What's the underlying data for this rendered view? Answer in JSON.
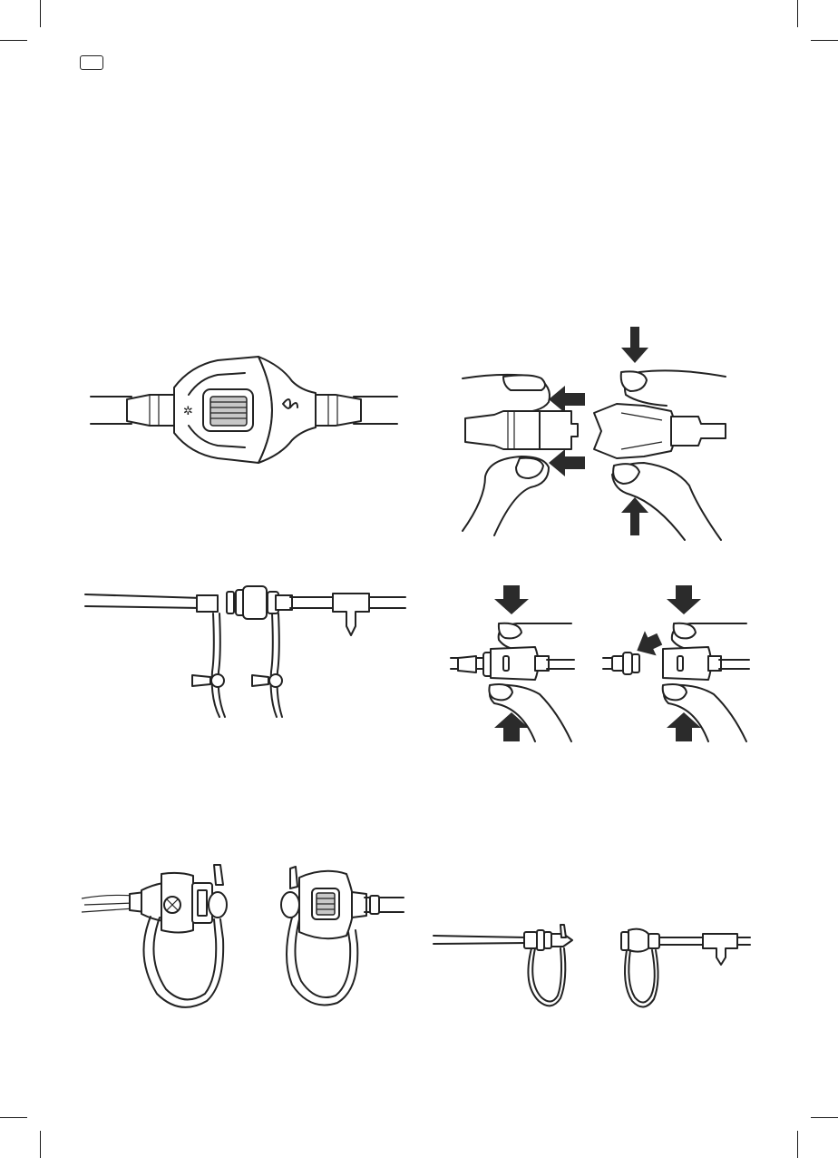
{
  "page": {
    "language_badge": "",
    "background": "#ffffff",
    "ink": "#222222",
    "arrow_color": "#2b2b2b"
  },
  "figures": [
    {
      "id": "fig-connector-closeup",
      "icon": "double-quick-connector-icon"
    },
    {
      "id": "fig-hands-connect",
      "icon": "hands-connect-icon"
    },
    {
      "id": "fig-tubing-layout",
      "icon": "tubing-with-clips-icon"
    },
    {
      "id": "fig-hands-squeeze",
      "icon": "hands-squeeze-icon"
    },
    {
      "id": "fig-hands-release",
      "icon": "hands-release-icon"
    },
    {
      "id": "fig-bite-valve-left",
      "icon": "bite-valve-clip-icon"
    },
    {
      "id": "fig-bite-valve-right",
      "icon": "bite-valve-clip-icon"
    },
    {
      "id": "fig-tube-clip-small-a",
      "icon": "tube-clip-icon"
    },
    {
      "id": "fig-tube-clip-small-b",
      "icon": "tube-clip-icon"
    }
  ]
}
